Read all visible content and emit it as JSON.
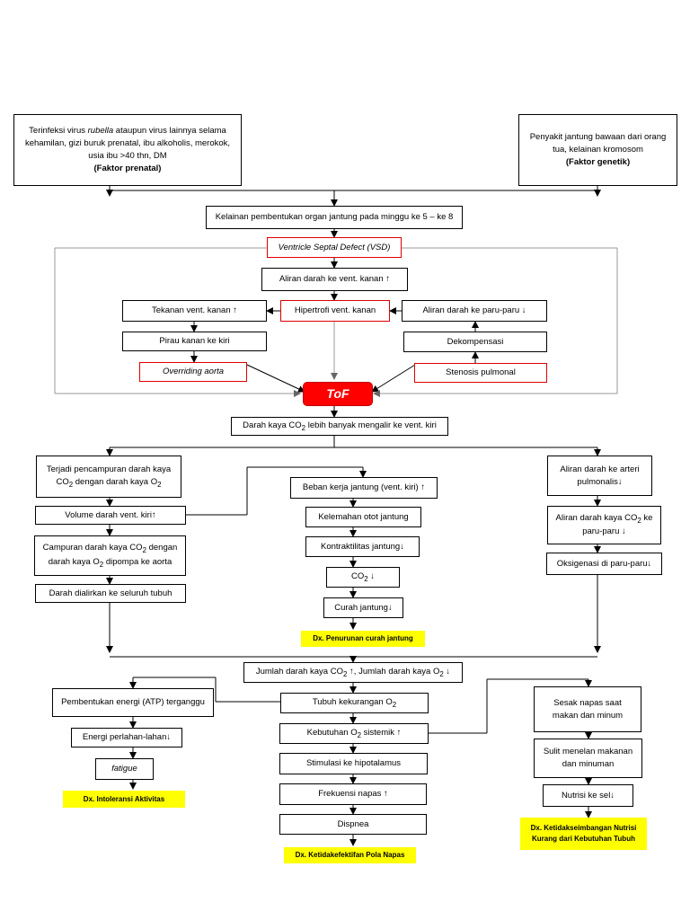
{
  "nodes": {
    "prenatal": {
      "line1_pre": "Terinfeksi virus ",
      "line1_it": "rubella",
      "line1_post": " ataupun virus lainnya selama",
      "line2": "kehamilan, gizi buruk prenatal, ibu alkoholis, merokok,",
      "line3": "usia ibu >40 thn, DM",
      "line4": "(Faktor prenatal)"
    },
    "genetik": {
      "line1": "Penyakit jantung bawaan dari orang",
      "line2": "tua, kelainan kromosom",
      "line3": "(Faktor genetik)"
    },
    "kelainan": "Kelainan pembentukan organ jantung pada minggu ke 5 – ke 8",
    "vsd": "Ventricle Septal Defect (VSD)",
    "aliran_kanan": "Aliran darah ke vent. kanan ↑",
    "tekanan": "Tekanan vent. kanan ↑",
    "hipertrofi": "Hipertrofi vent. kanan",
    "aliran_paru": "Aliran darah ke paru-paru ↓",
    "pirau": "Pirau kanan ke kiri",
    "dekompensasi": "Dekompensasi",
    "overriding": "Overriding aorta",
    "stenosis": "Stenosis pulmonal",
    "tof": "ToF",
    "darah_kaya": {
      "pre": "Darah kaya CO",
      "sub": "2",
      "post": " lebih banyak mengalir ke vent. kiri"
    },
    "pencampuran": {
      "line1": "Terjadi pencampuran darah kaya",
      "l2a": "CO",
      "l2sub1": "2",
      "l2b": " dengan darah kaya O",
      "l2sub2": "2"
    },
    "volume": "Volume darah vent. kiri↑",
    "campuran": {
      "l1a": "Campuran darah kaya CO",
      "l1sub": "2",
      "l1b": " dengan",
      "l2a": "darah kaya O",
      "l2sub": "2",
      "l2b": " dipompa ke aorta"
    },
    "dialirkan": "Darah dialirkan ke seluruh tubuh",
    "beban": "Beban kerja jantung (vent. kiri) ↑",
    "kelemahan": "Kelemahan otot jantung",
    "kontraktilitas": "Kontraktilitas jantung↓",
    "co2": {
      "pre": "CO",
      "sub": "2",
      "post": " ↓"
    },
    "curah": "Curah jantung↓",
    "dx_curah": "Dx. Penurunan curah jantung",
    "aliran_arteri": {
      "line1": "Aliran darah ke arteri",
      "line2": "pulmonalis↓"
    },
    "aliran_co2_paru": {
      "l1a": "Aliran darah kaya CO",
      "l1sub": "2",
      "l1b": " ke",
      "line2": "paru-paru  ↓"
    },
    "oksigenasi": "Oksigenasi di paru-paru↓",
    "jumlah": {
      "a": "Jumlah darah kaya CO",
      "sub1": "2",
      "b": "  ↑, Jumlah darah kaya O",
      "sub2": "2",
      "c": " ↓"
    },
    "pembentukan": "Pembentukan energi (ATP) terganggu",
    "energi": "Energi perlahan-lahan↓",
    "fatigue": "fatigue",
    "dx_intoleransi": "Dx. Intoleransi Aktivitas",
    "tubuh": {
      "pre": "Tubuh kekurangan O",
      "sub": "2"
    },
    "kebutuhan": {
      "pre": "Kebutuhan O",
      "sub": "2",
      "post": " sistemik  ↑"
    },
    "stimulasi": "Stimulasi ke hipotalamus",
    "frekuensi": "Frekuensi napas  ↑",
    "dispnea": "Dispnea",
    "dx_pola": "Dx. Ketidakefektifan Pola Napas",
    "sesak": {
      "line1": "Sesak napas saat",
      "line2": "makan dan minum"
    },
    "sulit": {
      "line1": "Sulit menelan makanan",
      "line2": "dan minuman"
    },
    "nutrisi": "Nutrisi ke sel↓",
    "dx_nutrisi": {
      "line1": "Dx. Ketidakseimbangan Nutrisi",
      "line2": "Kurang dari Kebutuhan Tubuh"
    }
  },
  "colors": {
    "highlight": "#ffff00",
    "tof": "#ff0000",
    "red_border": "#e00000",
    "vsd_frame": "#999999"
  }
}
